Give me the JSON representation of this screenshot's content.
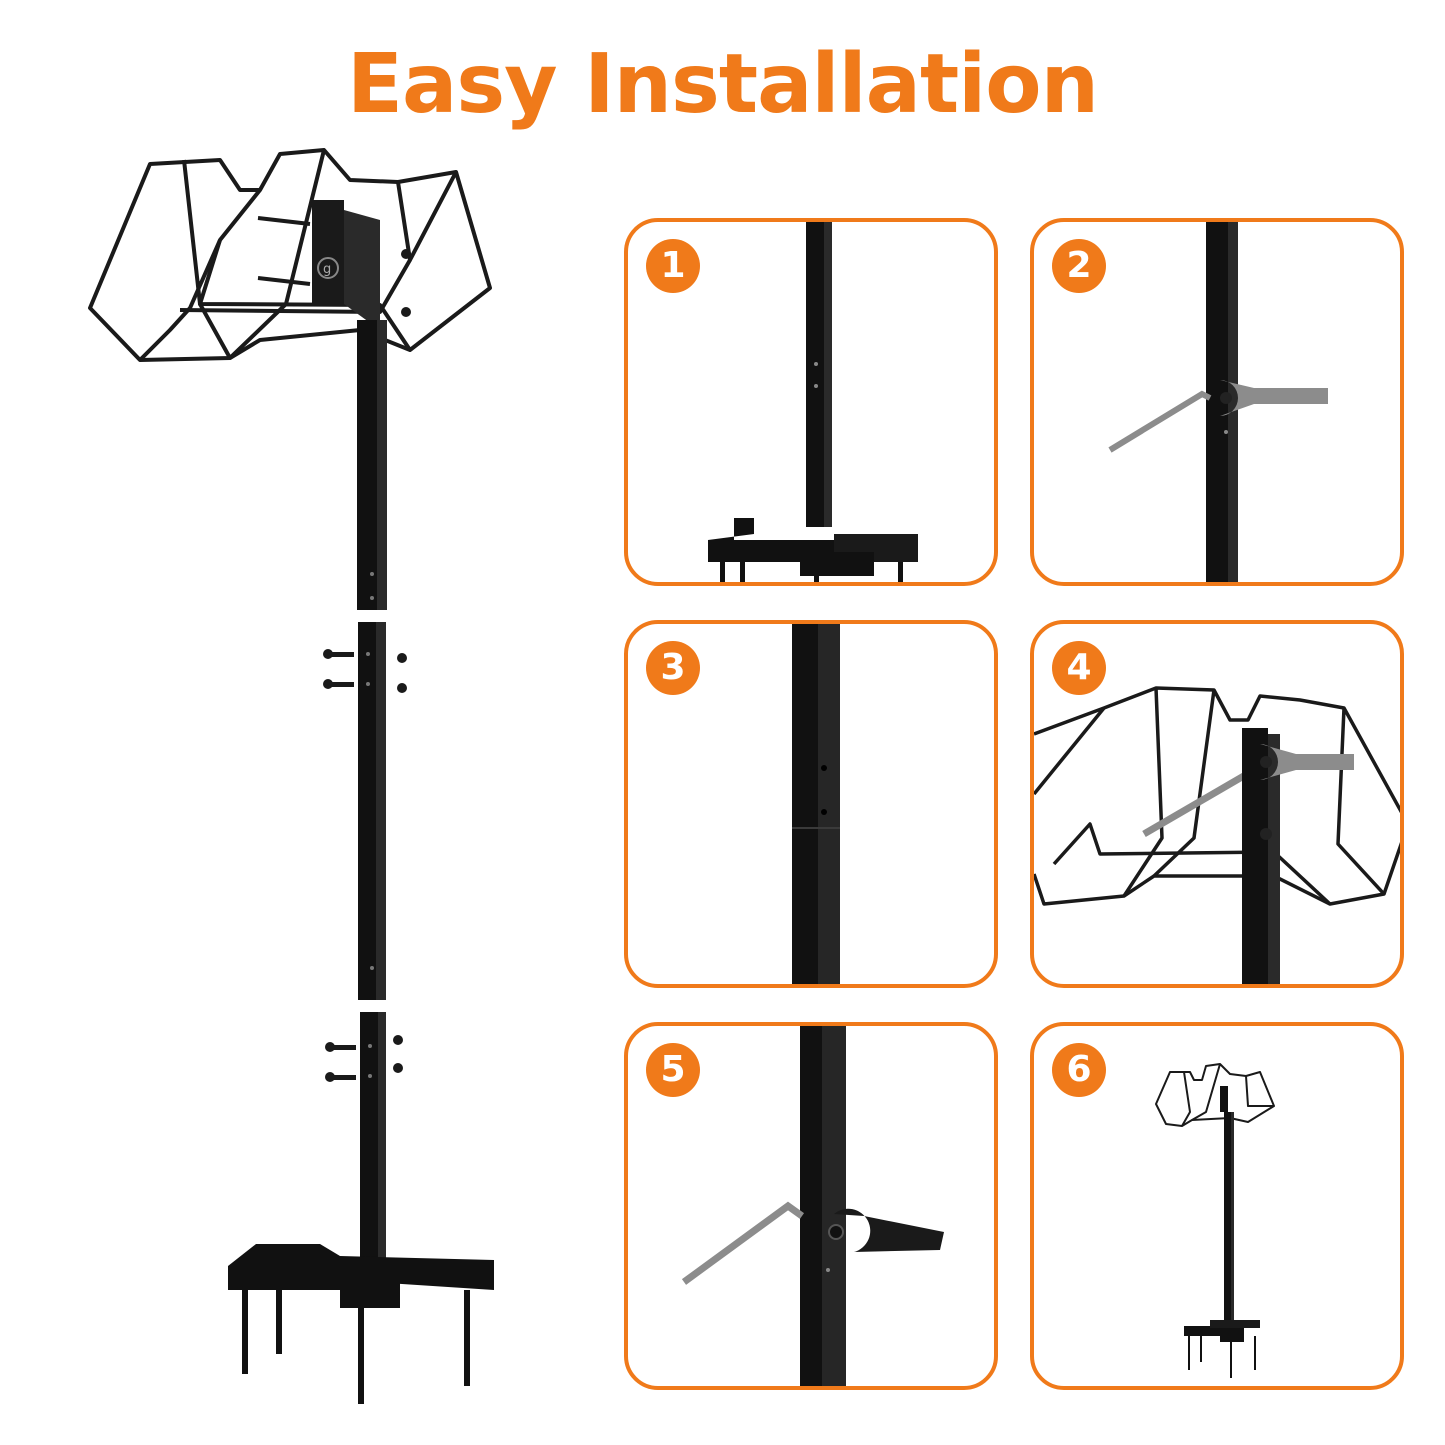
{
  "title": "Easy Installation",
  "brand": {
    "logo_letter": "g",
    "accent_color": "#f07a1a",
    "metal_color": "#1a1a1a",
    "tool_color": "#8c8c8c"
  },
  "steps": [
    {
      "number": "1"
    },
    {
      "number": "2"
    },
    {
      "number": "3"
    },
    {
      "number": "4"
    },
    {
      "number": "5"
    },
    {
      "number": "6"
    }
  ]
}
